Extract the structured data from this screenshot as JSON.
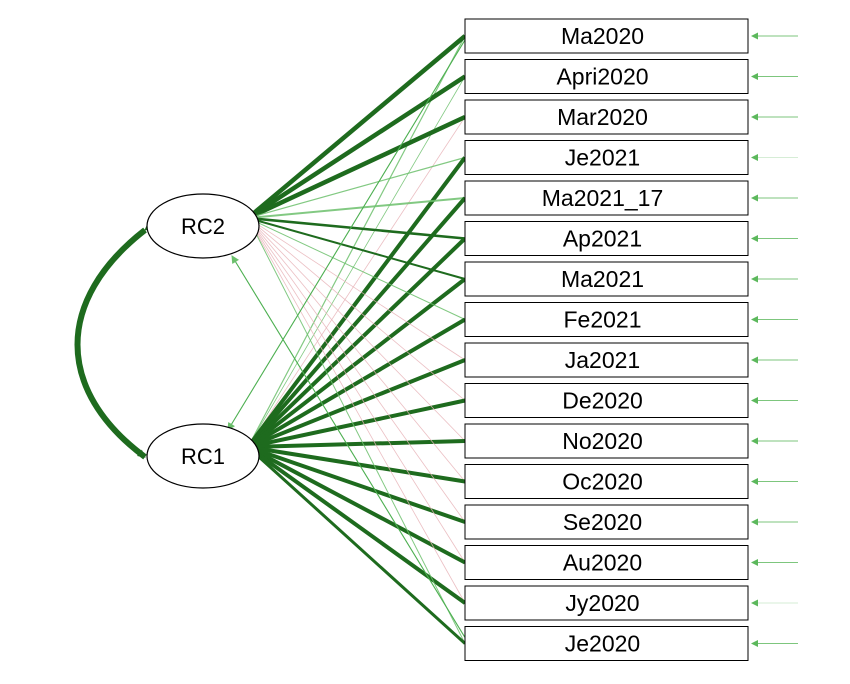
{
  "factors": [
    {
      "id": "RC2",
      "label": "RC2"
    },
    {
      "id": "RC1",
      "label": "RC1"
    }
  ],
  "indicators": [
    {
      "label": "Ma2020"
    },
    {
      "label": "Apri2020"
    },
    {
      "label": "Mar2020"
    },
    {
      "label": "Je2021"
    },
    {
      "label": "Ma2021_17"
    },
    {
      "label": "Ap2021"
    },
    {
      "label": "Ma2021"
    },
    {
      "label": "Fe2021"
    },
    {
      "label": "Ja2021"
    },
    {
      "label": "De2020"
    },
    {
      "label": "No2020"
    },
    {
      "label": "Oc2020"
    },
    {
      "label": "Se2020"
    },
    {
      "label": "Au2020"
    },
    {
      "label": "Jy2020"
    },
    {
      "label": "Je2020"
    }
  ],
  "colors": {
    "positive": "#1e6b1e",
    "negative": "#e8b4b8",
    "residual": "#5cb85c",
    "node_stroke": "#000000",
    "background": "#ffffff"
  },
  "arrow_style": {
    "strong_strokes": "dark-green",
    "weak_negative_strokes": "pink"
  }
}
